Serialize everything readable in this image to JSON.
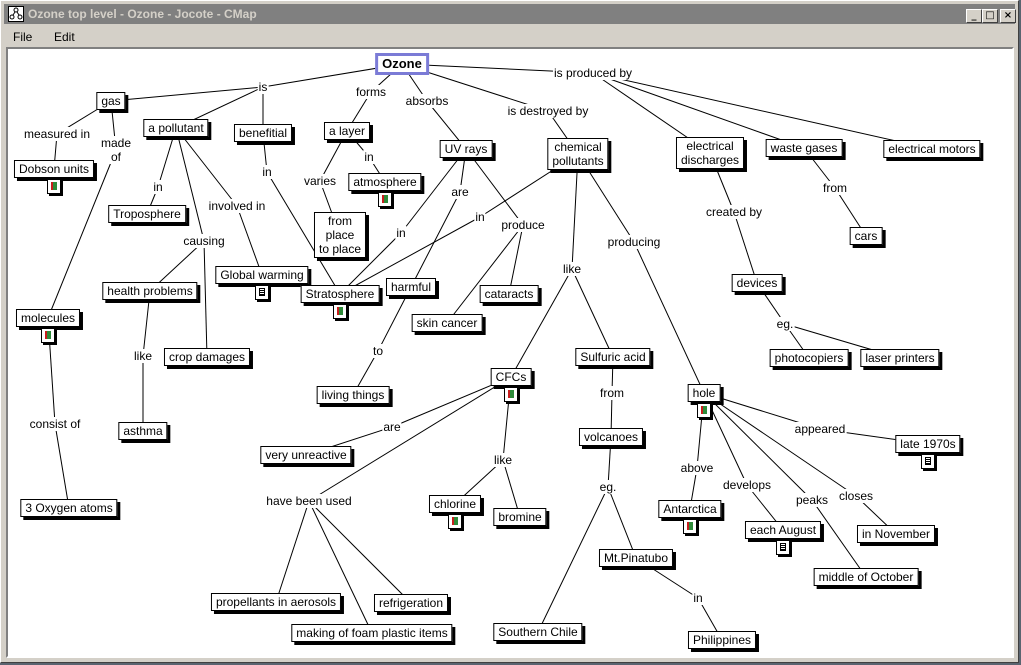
{
  "window": {
    "title": "Ozone top level - Ozone - Jocote - CMap",
    "buttons": {
      "minimize": "_",
      "maximize": "□",
      "close": "×"
    }
  },
  "menu": {
    "file": "File",
    "edit": "Edit"
  },
  "concepts": {
    "ozone": "Ozone",
    "gas": "gas",
    "pollutant": "a pollutant",
    "beneficial": "benefitial",
    "layer": "a layer",
    "uvrays": "UV rays",
    "chempoll": "chemical\npollutants",
    "elecdis": "electrical\ndischarges",
    "wastegases": "waste gases",
    "elecmotors": "electrical motors",
    "dobson": "Dobson units",
    "troposphere": "Troposphere",
    "atmosphere": "atmosphere",
    "fromplace": "from\nplace\nto place",
    "globalwarming": "Global warming",
    "stratosphere": "Stratosphere",
    "healthproblems": "health problems",
    "cropdamages": "crop damages",
    "molecules": "molecules",
    "harmful": "harmful",
    "cataracts": "cataracts",
    "skincancer": "skin cancer",
    "cars": "cars",
    "devices": "devices",
    "photocopiers": "photocopiers",
    "laserprinters": "laser printers",
    "livingthings": "living things",
    "cfcs": "CFCs",
    "sulfuric": "Sulfuric acid",
    "hole": "hole",
    "asthma": "asthma",
    "unreactive": "very unreactive",
    "volcanoes": "volcanoes",
    "late1970s": "late 1970s",
    "oxygen": "3 Oxygen atoms",
    "chlorine": "chlorine",
    "bromine": "bromine",
    "antarctica": "Antarctica",
    "eachaugust": "each August",
    "innovember": "in November",
    "pinatubo": "Mt.Pinatubo",
    "midoctober": "middle of October",
    "propellants": "propellants in aerosols",
    "refrigeration": "refrigeration",
    "foamplastic": "making of foam plastic items",
    "southernchile": "Southern Chile",
    "philippines": "Philippines"
  },
  "linking_phrases": {
    "is": "is",
    "forms": "forms",
    "absorbs": "absorbs",
    "isdestroyedby": "is destroyed by",
    "isproducedby": "is produced by",
    "measuredin": "measured in",
    "madeof": "made\nof",
    "in_trop": "in",
    "involvedin": "involved in",
    "in_benef": "in",
    "varies": "varies",
    "in_atmo": "in",
    "in_uv": "in",
    "are_uv": "are",
    "in_chem": "in",
    "produce": "produce",
    "causing": "causing",
    "like_health": "like",
    "to": "to",
    "like_chem": "like",
    "producing": "producing",
    "createdby": "created by",
    "from_waste": "from",
    "eg_devices": "eg.",
    "consistof": "consist of",
    "are_cfc": "are",
    "havebeenused": "have been used",
    "like_cfc": "like",
    "from_sulf": "from",
    "eg_volc": "eg.",
    "appeared": "appeared",
    "above": "above",
    "develops": "develops",
    "peaks": "peaks",
    "closes": "closes",
    "in_pinatubo": "in"
  },
  "colors": {
    "main_border": "#7b7bd6",
    "titlebar": "#808080",
    "frame": "#d4d0c8"
  }
}
